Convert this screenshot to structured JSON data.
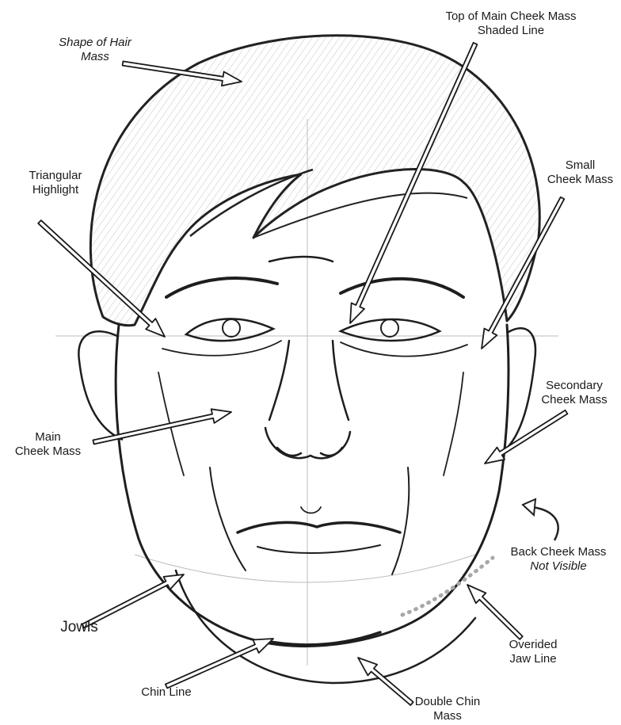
{
  "labels": {
    "hair_mass": {
      "line1": "Shape of Hair",
      "line2": "Mass"
    },
    "top_cheek": {
      "line1": "Top of Main Cheek Mass",
      "line2": "Shaded Line"
    },
    "triangular": {
      "line1": "Triangular",
      "line2": "Highlight"
    },
    "small_cheek": {
      "line1": "Small",
      "line2": "Cheek Mass"
    },
    "secondary_cheek": {
      "line1": "Secondary",
      "line2": "Cheek Mass"
    },
    "main_cheek": {
      "line1": "Main",
      "line2": "Cheek Mass"
    },
    "back_cheek": {
      "line1": "Back Cheek Mass",
      "line2": "Not Visible"
    },
    "jowls": "Jowls",
    "overided_jaw": {
      "line1": "Overided",
      "line2": "Jaw Line"
    },
    "chin_line": "Chin Line",
    "double_chin": {
      "line1": "Double Chin",
      "line2": "Mass"
    }
  },
  "colors": {
    "ink": "#1a1a1a",
    "pencil": "#9a9a9a",
    "arrow_fill": "#ffffff",
    "dotted_jaw": "#a8a8a8"
  }
}
